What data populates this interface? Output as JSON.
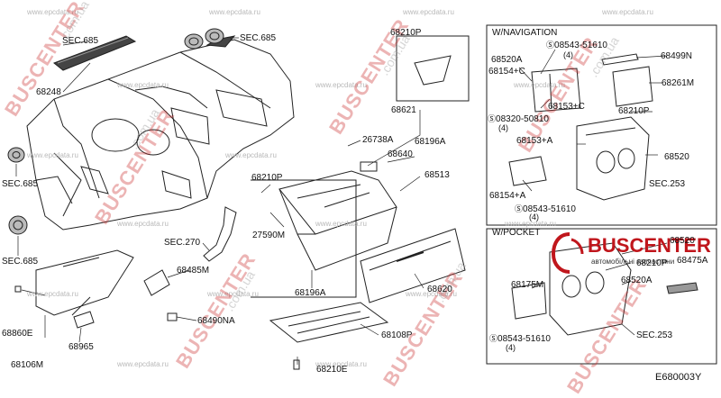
{
  "watermarks": {
    "site_small": "www.epcdata.ru",
    "brand": "BUSCENTER",
    "domain": ".com.ua"
  },
  "logo": {
    "name": "BUSCENTER",
    "tagline": "автомобільні запчастини",
    "brand_color": "#c0161c"
  },
  "diagram_code": "E680003Y",
  "boxes": {
    "nav_header": "W/NAVIGATION",
    "pocket_header": "W/POCKET"
  },
  "labels": {
    "sec685_a": "SEC.685",
    "sec685_b": "SEC.685",
    "sec685_c": "SEC.685",
    "sec685_d": "SEC.685",
    "p68248": "68248",
    "sec270": "SEC.270",
    "p68485m": "68485M",
    "p68490na": "68490NA",
    "p68860e": "68860E",
    "p68106m": "68106M",
    "p68965": "68965",
    "p68210p_top": "68210P",
    "p68621": "68621",
    "p26738a": "26738A",
    "p68196a_top": "68196A",
    "p68640": "68640",
    "p68513": "68513",
    "p68210p_mid": "68210P",
    "p27590m": "27590M",
    "p68196a_bot": "68196A",
    "p68620": "68620",
    "p68108p": "68108P",
    "p68210e": "68210E",
    "nav_08543_a": "08543-51610",
    "nav_qty_a": "(4)",
    "nav_68520a": "68520A",
    "nav_68154c": "68154+C",
    "nav_68153c": "68153+C",
    "nav_08320": "08320-50810",
    "nav_qty_b": "(4)",
    "nav_68499n": "68499N",
    "nav_68261m": "68261M",
    "nav_68210p": "68210P",
    "nav_68153a": "68153+A",
    "nav_68520": "68520",
    "nav_68154a": "68154+A",
    "nav_08543_b": "08543-51610",
    "nav_qty_c": "(4)",
    "nav_sec253": "SEC.253",
    "pk_68520": "68520",
    "pk_68210p": "68210P",
    "pk_68475a": "68475A",
    "pk_68175m": "68175M",
    "pk_68520a": "68520A",
    "pk_08543": "08543-51610",
    "pk_qty": "(4)",
    "pk_sec253": "SEC.253"
  }
}
